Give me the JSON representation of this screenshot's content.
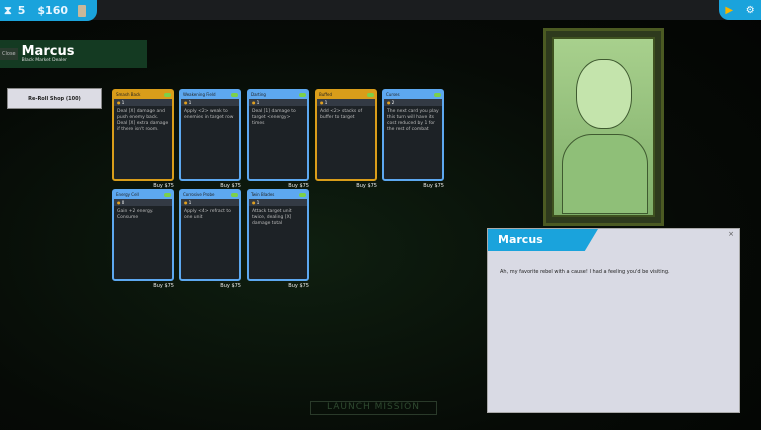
{
  "top": {
    "turns": "5",
    "money": "$160"
  },
  "header": {
    "close": "Close",
    "name": "Marcus",
    "subtitle": "Black Market Dealer"
  },
  "reroll": "Re-Roll Shop (100)",
  "cards": [
    {
      "name": "Smash Back",
      "cost": "1",
      "desc": "Deal [X] damage and push enemy back. Deal [X] extra damage if there isn't room.",
      "buy": "Buy $75",
      "color": "gold"
    },
    {
      "name": "Weakening Field",
      "cost": "1",
      "desc": "Apply <2> weak to enemies in target row",
      "buy": "Buy $75",
      "color": "blue"
    },
    {
      "name": "Darting",
      "cost": "1",
      "desc": "Deal [1] damage to target <energy> times",
      "buy": "Buy $75",
      "color": "blue"
    },
    {
      "name": "Buffed",
      "cost": "1",
      "desc": "Add <2> stacks of buffer to target",
      "buy": "Buy $75",
      "color": "gold"
    },
    {
      "name": "Curses",
      "cost": "2",
      "desc": "The next card you play this turn will have its cost reduced by 1 for the rest of combat",
      "buy": "Buy $75",
      "color": "blue"
    },
    {
      "name": "Energy Cell",
      "cost": "0",
      "desc": "Gain +2 energy. Consume",
      "buy": "Buy $75",
      "color": "blue"
    },
    {
      "name": "Corrosive Probe",
      "cost": "1",
      "desc": "Apply <4> refract to one unit",
      "buy": "Buy $75",
      "color": "blue"
    },
    {
      "name": "Twin Blades",
      "cost": "1",
      "desc": "Attack target unit twice, dealing [X] damage total",
      "buy": "Buy $75",
      "color": "blue"
    }
  ],
  "dialog": {
    "speaker": "Marcus",
    "text": "Ah, my favorite rebel with a cause! I had a feeling you'd be visiting.",
    "close": "×"
  },
  "background": {
    "launch": "LAUNCH MISSION"
  }
}
